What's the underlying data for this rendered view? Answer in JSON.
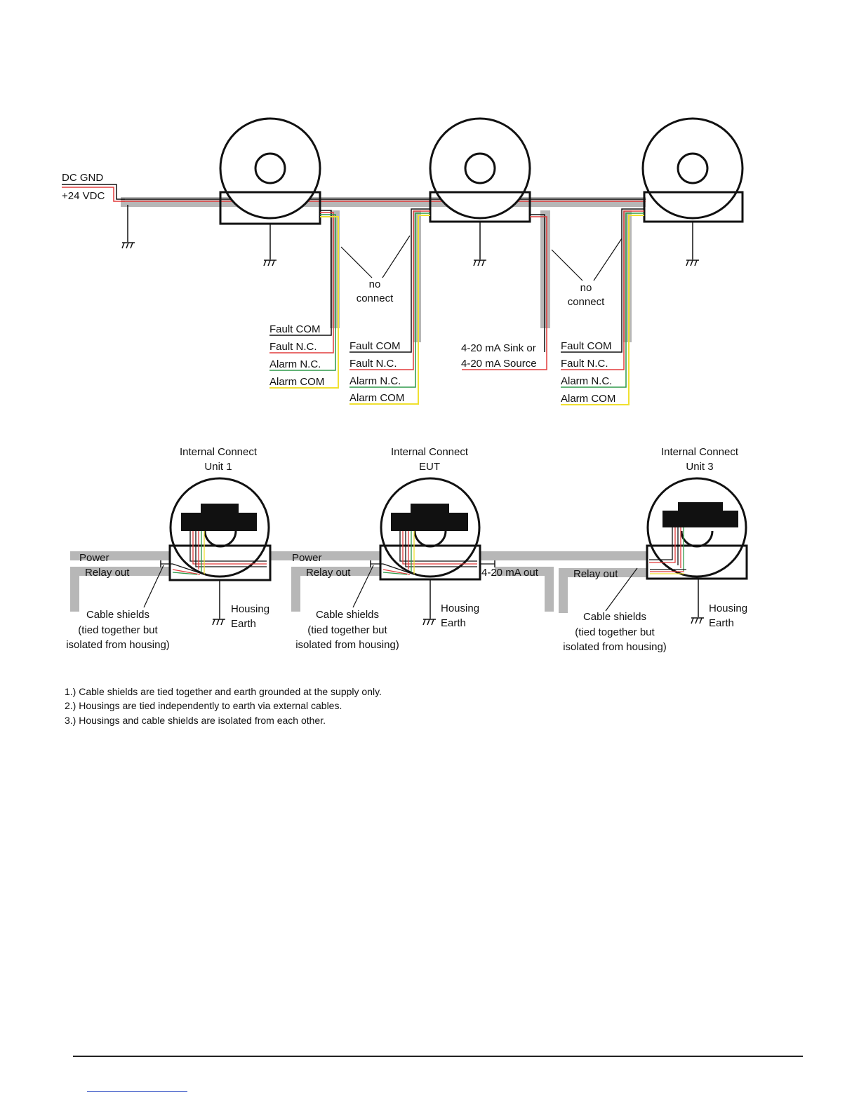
{
  "colors": {
    "cable_gray": "#b7b7b7",
    "wire_black": "#111111",
    "wire_red": "#e23b3b",
    "wire_green": "#2f9a4a",
    "wire_yellow": "#f0e030",
    "line": "#111111"
  },
  "supply": {
    "dc_gnd_label": "DC GND",
    "plus24_label": "+24 VDC"
  },
  "top_units": [
    {
      "wires": [
        "Fault COM",
        "Fault N.C.",
        "Alarm N.C.",
        "Alarm COM"
      ]
    },
    {
      "wires": [
        "Fault COM",
        "Fault N.C.",
        "Alarm N.C.",
        "Alarm COM"
      ],
      "analog": [
        "4-20 mA Sink or",
        "4-20 mA Source"
      ]
    },
    {
      "wires": [
        "Fault COM",
        "Fault N.C.",
        "Alarm N.C.",
        "Alarm COM"
      ]
    }
  ],
  "no_connect": [
    {
      "line1": "no",
      "line2": "connect"
    },
    {
      "line1": "no",
      "line2": "connect"
    }
  ],
  "bottom_units": [
    {
      "title1": "Internal Connect",
      "title2": "Unit 1",
      "power": "Power",
      "relay": "Relay out",
      "shields": [
        "Cable shields",
        "(tied together but",
        "isolated from housing)"
      ],
      "housing": [
        "Housing",
        "Earth"
      ]
    },
    {
      "title1": "Internal Connect",
      "title2": "EUT",
      "power": "Power",
      "relay": "Relay out",
      "analog_out": "4-20 mA out",
      "shields": [
        "Cable shields",
        "(tied together but",
        "isolated from housing)"
      ],
      "housing": [
        "Housing",
        "Earth"
      ]
    },
    {
      "title1": "Internal Connect",
      "title2": "Unit 3",
      "relay": "Relay out",
      "shields": [
        "Cable shields",
        "(tied together but",
        "isolated from housing)"
      ],
      "housing": [
        "Housing",
        "Earth"
      ]
    }
  ],
  "notes": [
    "1.) Cable shields are tied together and earth grounded at the supply only.",
    "2.) Housings are tied independently to earth via external cables.",
    "3.) Housings and cable shields are isolated from each other."
  ]
}
